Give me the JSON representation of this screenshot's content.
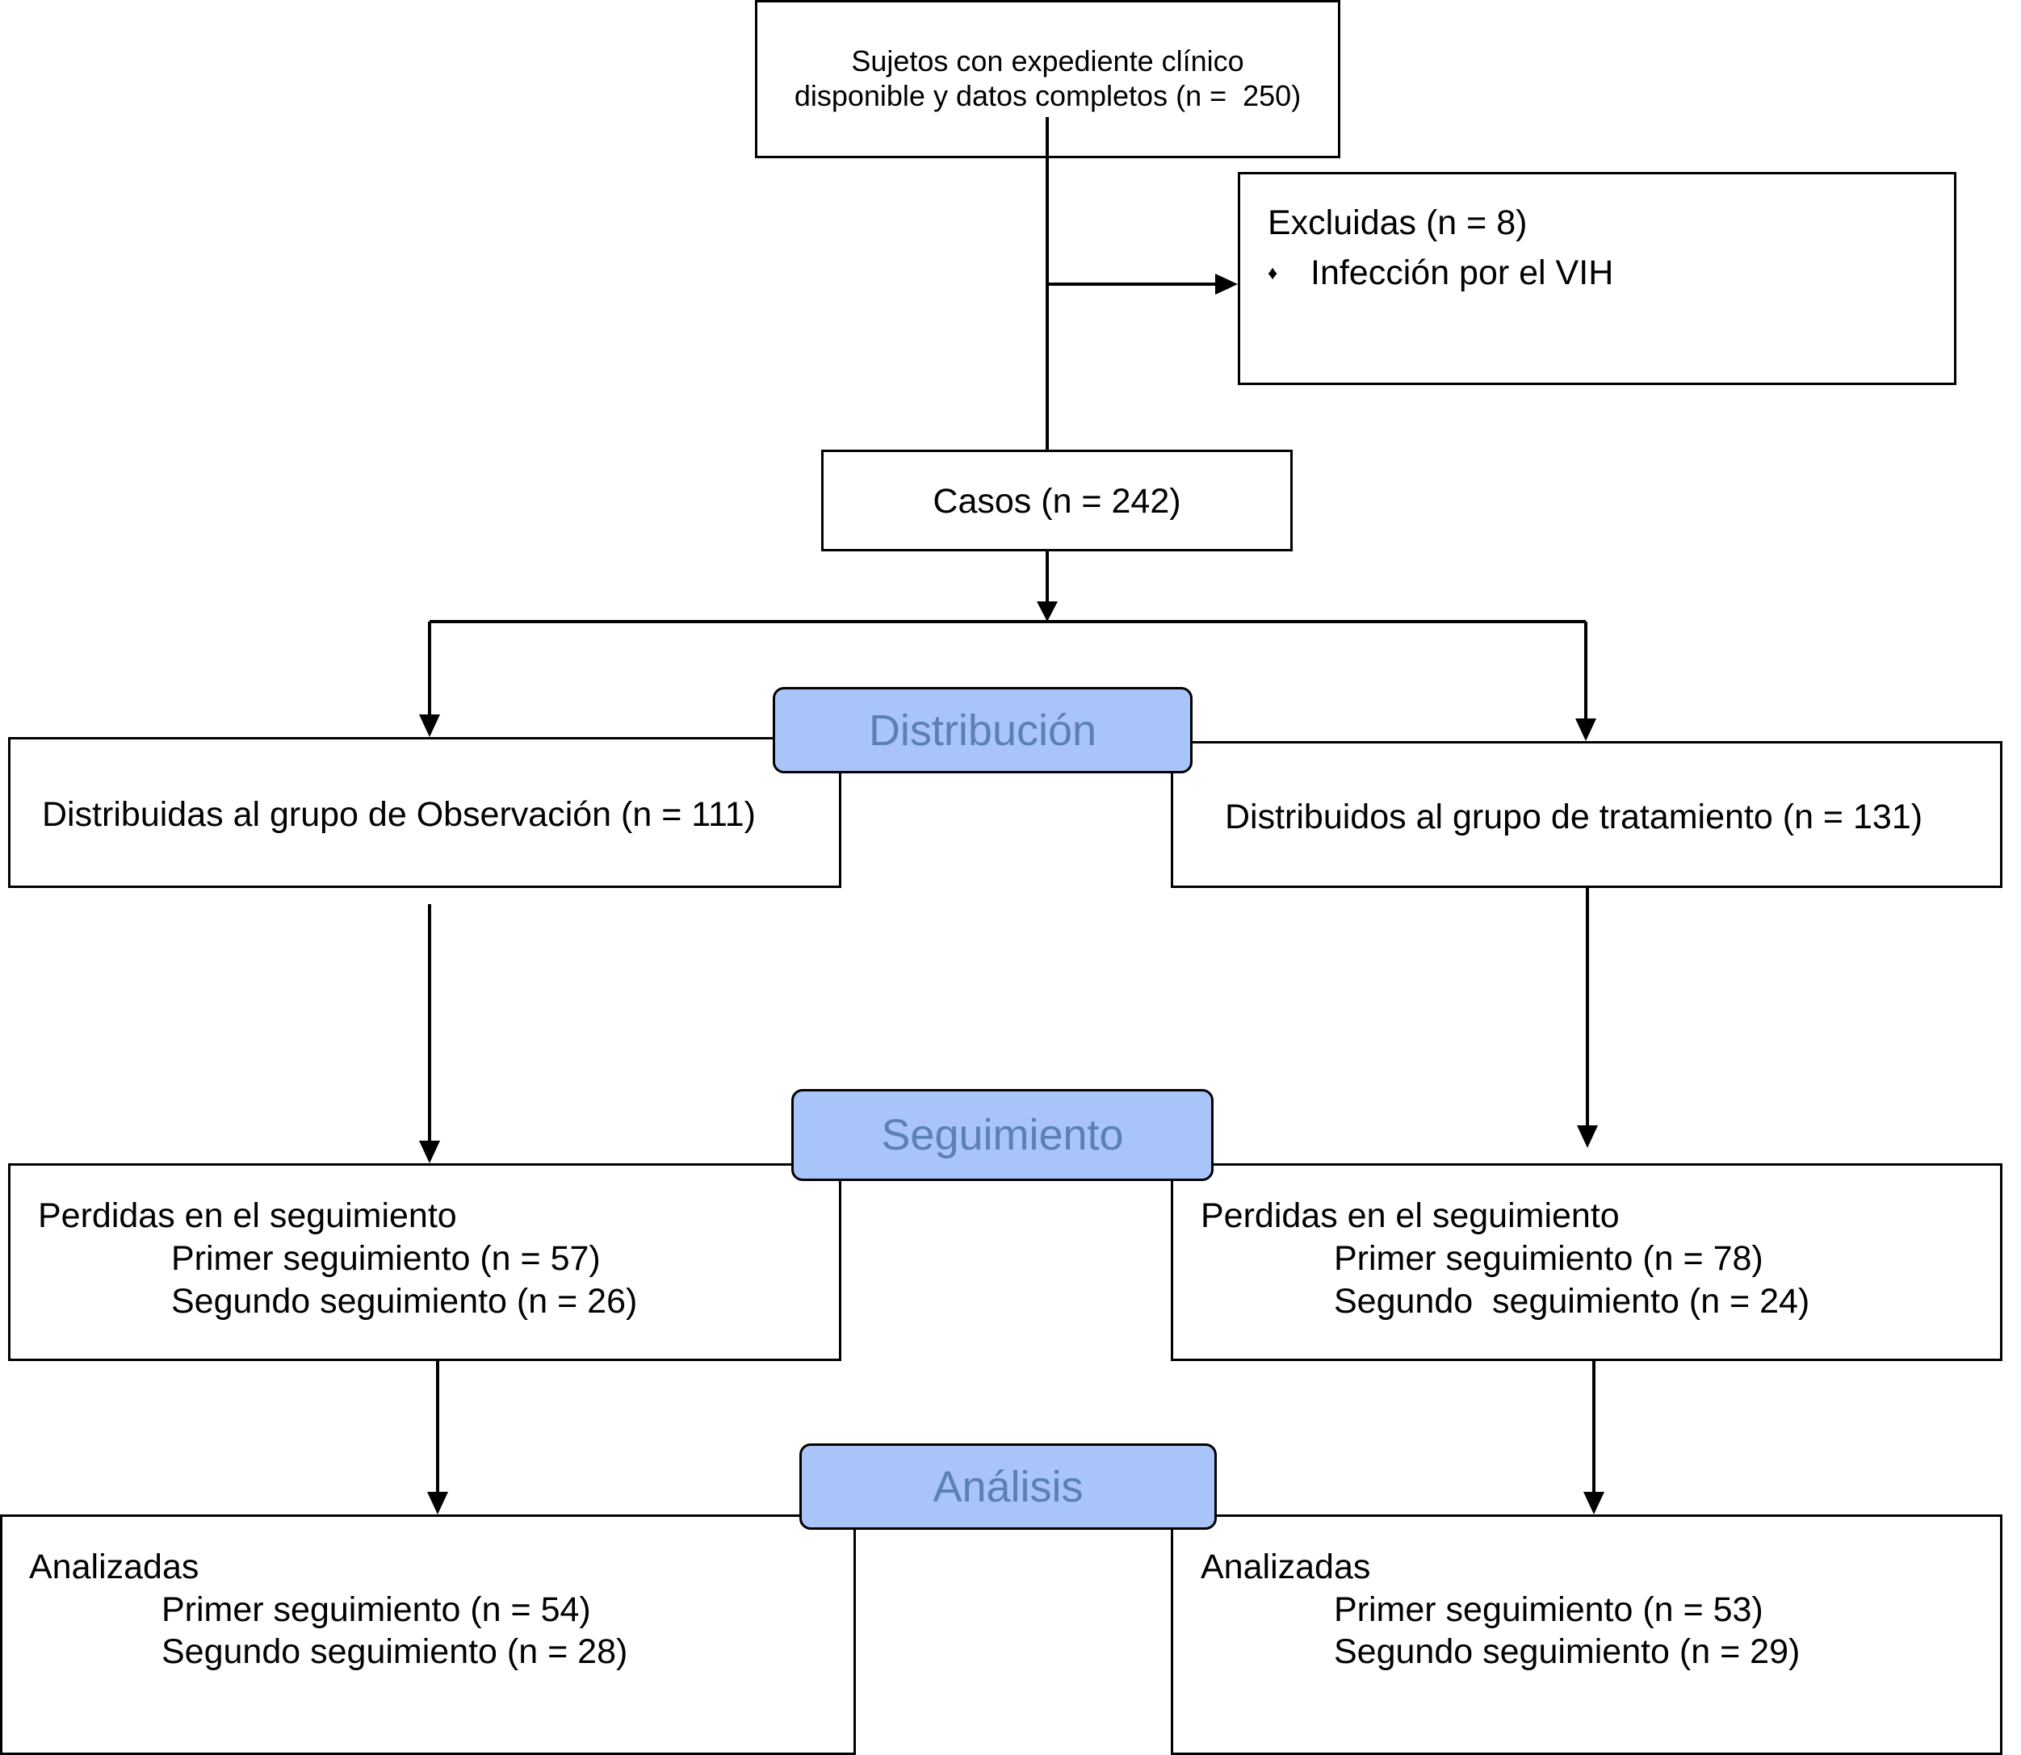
{
  "start": {
    "line1": "Sujetos con expediente clínico",
    "line2": "disponible y datos completos (n =  250)"
  },
  "excluded": {
    "title": "Excluidas (n = 8)",
    "bullet": "♦",
    "reason": "Infección por el VIH"
  },
  "cases": "Casos (n = 242)",
  "stages": {
    "distribution": "Distribución",
    "followup": "Seguimiento",
    "analysis": "Análisis"
  },
  "observation": {
    "allocated": "Distribuidas al grupo de Observación (n = 111)",
    "lost_title": "Perdidas en el seguimiento",
    "lost_first": "Primer seguimiento (n = 57)",
    "lost_second": "Segundo seguimiento (n = 26)",
    "analyzed_title": "Analizadas",
    "analyzed_first": "Primer seguimiento (n = 54)",
    "analyzed_second": "Segundo seguimiento (n = 28)"
  },
  "treatment": {
    "allocated": "Distribuidos al grupo de tratamiento (n = 131)",
    "lost_title": "Perdidas en el seguimiento",
    "lost_first": "Primer seguimiento (n = 78)",
    "lost_second": "Segundo  seguimiento (n = 24)",
    "analyzed_title": "Analizadas",
    "analyzed_first": "Primer seguimiento (n = 53)",
    "analyzed_second": "Segundo seguimiento (n = 29)"
  }
}
